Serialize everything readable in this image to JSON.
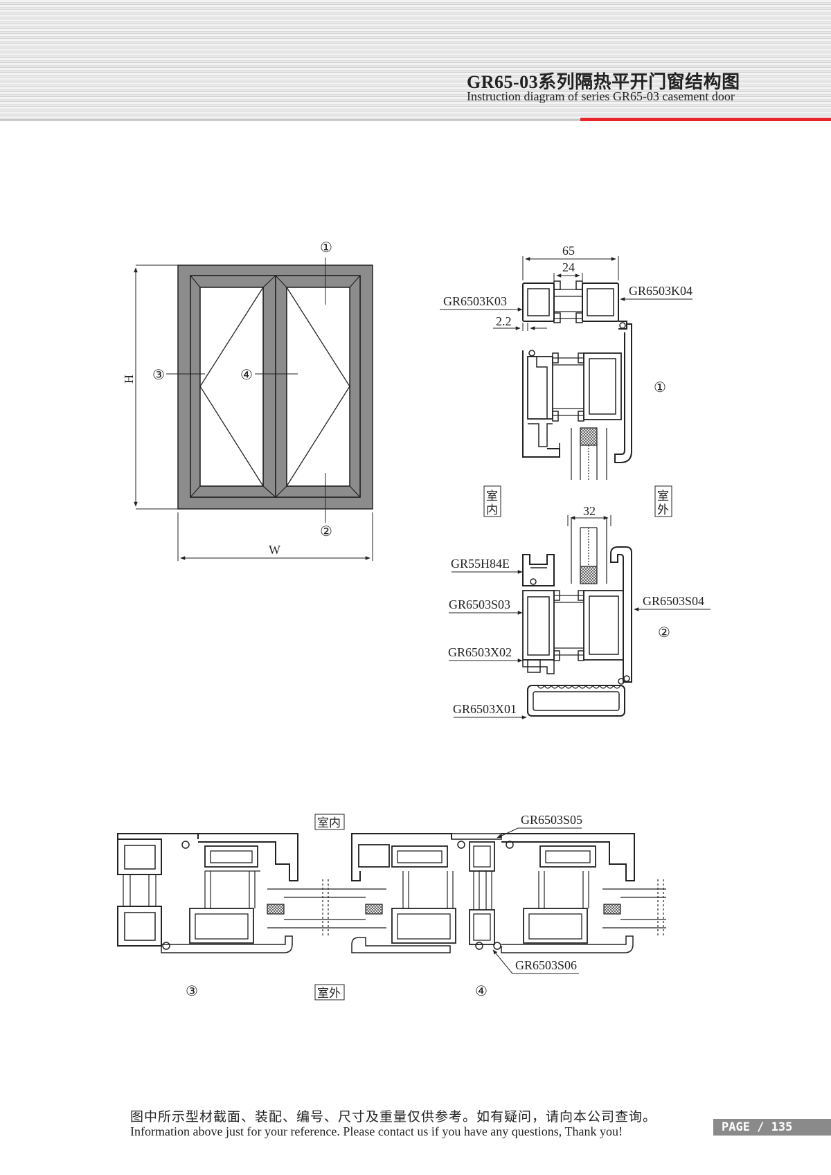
{
  "header": {
    "title_cn": "GR65-03系列隔热平开门窗结构图",
    "title_en": "Instruction diagram of series GR65-03 casement door"
  },
  "elevation": {
    "height_label": "H",
    "width_label": "W",
    "markers": {
      "m1": "①",
      "m2": "②",
      "m3": "③",
      "m4": "④"
    }
  },
  "section_upper": {
    "dims": {
      "overall": "65",
      "insulation": "24",
      "small": "2.2"
    },
    "parts": {
      "k03": "GR6503K03",
      "k04": "GR6503K04"
    },
    "marker": "①"
  },
  "side_labels": {
    "indoor_left": "室内",
    "outdoor_right": "室外"
  },
  "section_lower": {
    "dims": {
      "glass": "32"
    },
    "parts": {
      "h84e": "GR55H84E",
      "s03": "GR6503S03",
      "s04": "GR6503S04",
      "x02": "GR6503X02",
      "x01": "GR6503X01"
    },
    "marker": "②"
  },
  "section_horizontal": {
    "indoor_label": "室内",
    "outdoor_label": "室外",
    "parts": {
      "s05": "GR6503S05",
      "s06": "GR6503S06"
    },
    "marker_left": "③",
    "marker_right": "④"
  },
  "footer": {
    "note_cn": "图中所示型材截面、装配、编号、尺寸及重量仅供参考。如有疑问，请向本公司查询。",
    "note_en": "Information above just for your reference. Please contact us if you have any questions, Thank you!",
    "page": "PAGE  /  135"
  },
  "colors": {
    "accent_red": "#e8262b",
    "frame_grey": "#8c8c8c",
    "line": "#222222"
  }
}
